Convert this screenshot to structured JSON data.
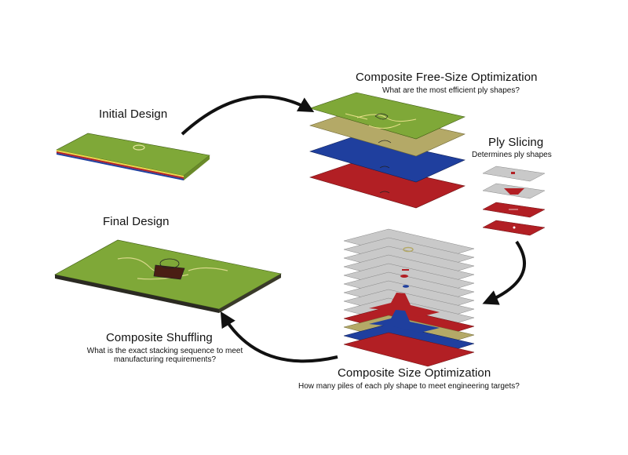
{
  "stages": {
    "initial": {
      "title": "Initial Design"
    },
    "freesize": {
      "title": "Composite Free-Size Optimization",
      "subtitle": "What are the most efficient ply shapes?"
    },
    "slicing": {
      "title": "Ply Slicing",
      "subtitle": "Determines ply shapes"
    },
    "size": {
      "title": "Composite Size Optimization",
      "subtitle": "How many piles of each ply shape to meet engineering targets?"
    },
    "shuffling": {
      "title": "Composite Shuffling",
      "subtitle_line1": "What is the exact stacking sequence to meet",
      "subtitle_line2": "manufacturing requirements?"
    },
    "final": {
      "title": "Final Design"
    }
  },
  "colors": {
    "green": "#7fa838",
    "tan": "#b4a967",
    "blue": "#1f3f9e",
    "red": "#b21f24",
    "grey": "#c9c9c9",
    "arrow": "#111111"
  }
}
